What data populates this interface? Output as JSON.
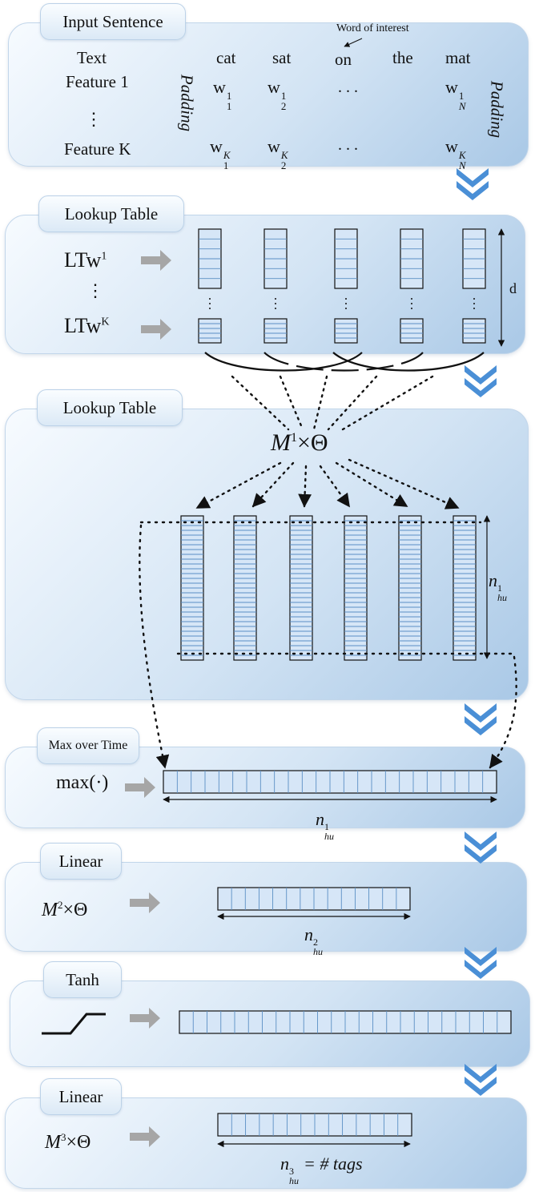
{
  "sections": {
    "input": {
      "tab": "Input Sentence",
      "word_of_interest_label": "Word of interest",
      "row_labels": [
        "Text",
        "Feature 1",
        "⋮",
        "Feature K"
      ],
      "words": [
        "cat",
        "sat",
        "on",
        "the",
        "mat"
      ],
      "padding_label": "Padding",
      "w_base": "w",
      "sub_1": "1",
      "sub_2": "2",
      "sub_n": "N",
      "sup_1": "1",
      "sup_k": "K",
      "ellipsis": ". . ."
    },
    "lookup1": {
      "tab": "Lookup Table",
      "ltw_base": "LTw",
      "ltw_sup_1": "1",
      "ltw_sup_k": "K",
      "vdots": "⋮",
      "dim_label": "d"
    },
    "lookup2": {
      "tab": "Lookup Table",
      "formula_m": "M",
      "formula_sup": "1",
      "formula_rest": "×Θ",
      "dim_base": "n",
      "dim_sup": "1",
      "dim_sub": "hu"
    },
    "maxtime": {
      "tab": "Max over Time",
      "op": "max(·)",
      "dim_base": "n",
      "dim_sup": "1",
      "dim_sub": "hu"
    },
    "linear1": {
      "tab": "Linear",
      "formula_m": "M",
      "formula_sup": "2",
      "formula_rest": "×Θ",
      "dim_base": "n",
      "dim_sup": "2",
      "dim_sub": "hu"
    },
    "tanh": {
      "tab": "Tanh"
    },
    "linear2": {
      "tab": "Linear",
      "formula_m": "M",
      "formula_sup": "3",
      "formula_rest": "×Θ",
      "dim_base": "n",
      "dim_sup": "3",
      "dim_sub": "hu",
      "dim_suffix": "= # tags"
    }
  },
  "colors": {
    "panel_light": "#f7fbff",
    "panel_dark": "#a9c8e6",
    "chevron": "#4a8fd6",
    "arrow_grey": "#a6a6a6",
    "cell_fill": "#d6e6f7",
    "cell_line": "#5b8fc4"
  }
}
